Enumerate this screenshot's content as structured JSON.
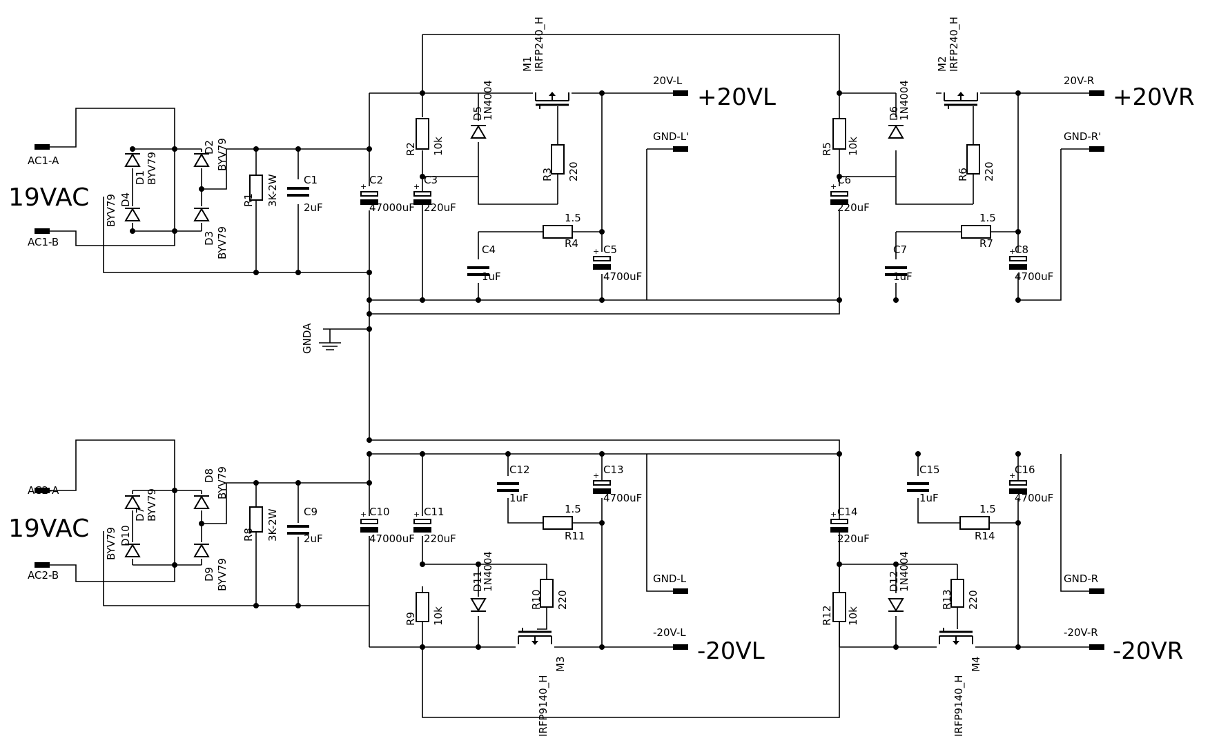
{
  "supply": {
    "ac_in_top": "19VAC",
    "ac_in_bottom": "19VAC",
    "plus_left": "+20VL",
    "plus_right": "+20VR",
    "minus_left": "-20VL",
    "minus_right": "-20VR"
  },
  "connectors": {
    "ac1a": "AC1-A",
    "ac1b": "AC1-B",
    "ac2a": "AC2-A",
    "ac2b": "AC2-B",
    "v20l": "20V-L",
    "gndlp": "GND-L'",
    "v20r": "20V-R",
    "gndrp": "GND-R'",
    "gndl": "GND-L",
    "mv20l": "-20V-L",
    "gndr": "GND-R",
    "mv20r": "-20V-R",
    "gnda": "GNDA"
  },
  "parts": {
    "D1": {
      "ref": "D1",
      "val": "BYV79"
    },
    "D2": {
      "ref": "D2",
      "val": "BYV79"
    },
    "D3": {
      "ref": "D3",
      "val": "BYV79"
    },
    "D4": {
      "ref": "D4",
      "val": "BYV79"
    },
    "D7": {
      "ref": "D7",
      "val": "BYV79"
    },
    "D8": {
      "ref": "D8",
      "val": "BYV79"
    },
    "D9": {
      "ref": "D9",
      "val": "BYV79"
    },
    "D10": {
      "ref": "D10",
      "val": "BYV79"
    },
    "R1": {
      "ref": "R1",
      "val": "3K-2W"
    },
    "R8": {
      "ref": "R8",
      "val": "3K-2W"
    },
    "C1": {
      "ref": "C1",
      "val": "2uF"
    },
    "C9": {
      "ref": "C9",
      "val": "2uF"
    },
    "C2": {
      "ref": "C2",
      "val": "47000uF"
    },
    "C10": {
      "ref": "C10",
      "val": "47000uF"
    },
    "C3": {
      "ref": "C3",
      "val": "220uF"
    },
    "C6": {
      "ref": "C6",
      "val": "220uF"
    },
    "C11": {
      "ref": "C11",
      "val": "220uF"
    },
    "C14": {
      "ref": "C14",
      "val": "220uF"
    },
    "R2": {
      "ref": "R2",
      "val": "10k"
    },
    "R5": {
      "ref": "R5",
      "val": "10k"
    },
    "R9": {
      "ref": "R9",
      "val": "10k"
    },
    "R12": {
      "ref": "R12",
      "val": "10k"
    },
    "D5": {
      "ref": "D5",
      "val": "1N4004"
    },
    "D6": {
      "ref": "D6",
      "val": "1N4004"
    },
    "D11": {
      "ref": "D11",
      "val": "1N4004"
    },
    "D12": {
      "ref": "D12",
      "val": "1N4004"
    },
    "R3": {
      "ref": "R3",
      "val": "220"
    },
    "R6": {
      "ref": "R6",
      "val": "220"
    },
    "R10": {
      "ref": "R10",
      "val": "220"
    },
    "R13": {
      "ref": "R13",
      "val": "220"
    },
    "R4": {
      "ref": "R4",
      "val": "1.5"
    },
    "R7": {
      "ref": "R7",
      "val": "1.5"
    },
    "R11": {
      "ref": "R11",
      "val": "1.5"
    },
    "R14": {
      "ref": "R14",
      "val": "1.5"
    },
    "C4": {
      "ref": "C4",
      "val": "1uF"
    },
    "C7": {
      "ref": "C7",
      "val": "1uF"
    },
    "C12": {
      "ref": "C12",
      "val": "1uF"
    },
    "C15": {
      "ref": "C15",
      "val": "1uF"
    },
    "C5": {
      "ref": "C5",
      "val": "4700uF"
    },
    "C8": {
      "ref": "C8",
      "val": "4700uF"
    },
    "C13": {
      "ref": "C13",
      "val": "4700uF"
    },
    "C16": {
      "ref": "C16",
      "val": "4700uF"
    },
    "M1": {
      "ref": "M1",
      "val": "IRFP240_H"
    },
    "M2": {
      "ref": "M2",
      "val": "IRFP240_H"
    },
    "M3": {
      "ref": "M3",
      "val": "IRFP9140_H"
    },
    "M4": {
      "ref": "M4",
      "val": "IRFP9140_H"
    }
  }
}
